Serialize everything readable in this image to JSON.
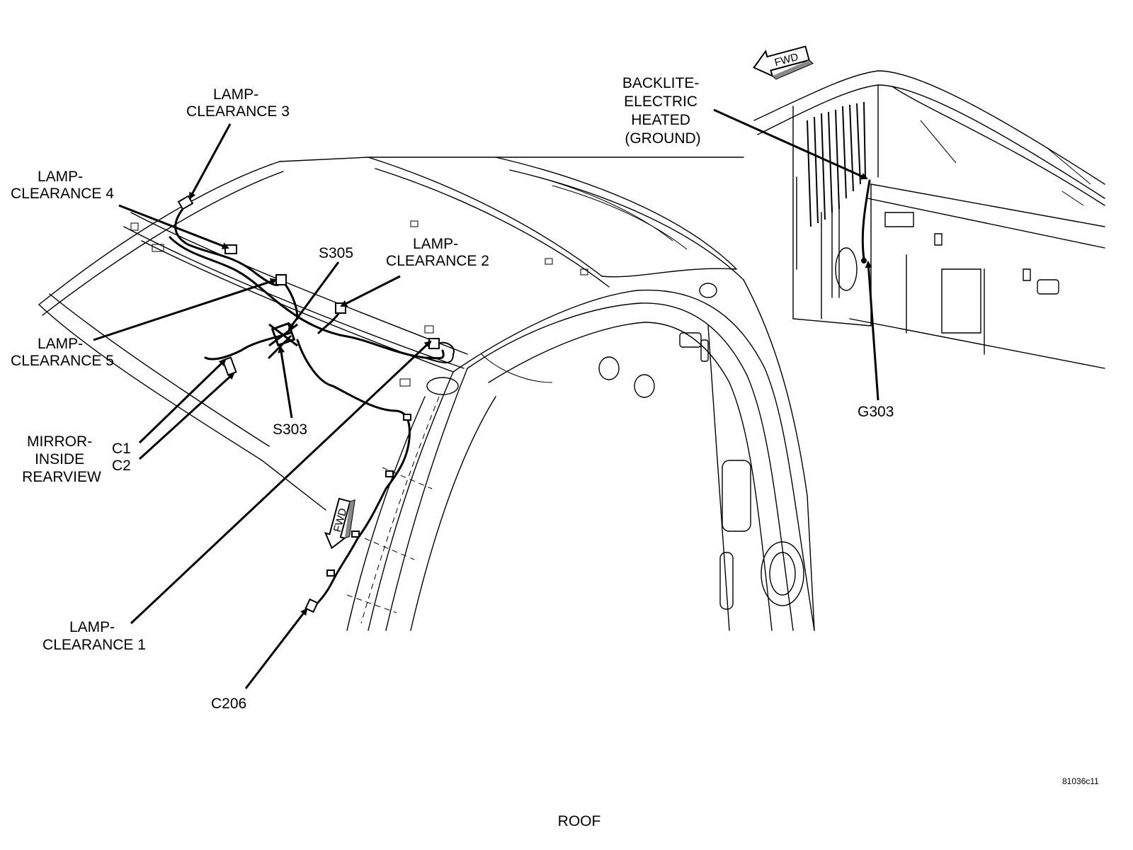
{
  "labels": {
    "lamp_clearance_3": [
      "LAMP-",
      "CLEARANCE 3"
    ],
    "lamp_clearance_4": [
      "LAMP-",
      "CLEARANCE 4"
    ],
    "lamp_clearance_2": [
      "LAMP-",
      "CLEARANCE 2"
    ],
    "lamp_clearance_5": [
      "LAMP-",
      "CLEARANCE 5"
    ],
    "lamp_clearance_1": [
      "LAMP-",
      "CLEARANCE 1"
    ],
    "s305": "S305",
    "s303": "S303",
    "mirror": [
      "MIRROR-",
      "INSIDE",
      "REARVIEW"
    ],
    "c1": "C1",
    "c2": "C2",
    "c206": "C206",
    "backlite": [
      "BACKLITE-",
      "ELECTRIC",
      "HEATED",
      "(GROUND)"
    ],
    "g303": "G303",
    "fwd_top": "FWD",
    "fwd_mid": "FWD",
    "figure_id": "81036c11",
    "caption": "ROOF"
  },
  "icons": [
    "fwd-arrow-icon",
    "fwd-arrow-icon"
  ]
}
